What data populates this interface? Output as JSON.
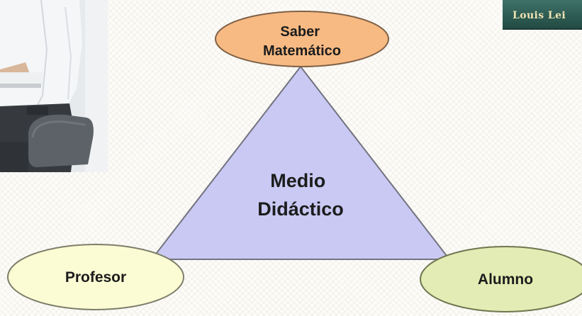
{
  "book_author": "Louis Lei",
  "diagram": {
    "center_label_lines": [
      "Medio",
      "Didáctico"
    ],
    "top_node_lines": [
      "Saber",
      "Matemático"
    ],
    "left_node": "Profesor",
    "right_node": "Alumno"
  },
  "colors": {
    "triangle": "#c9c9f4",
    "top_node": "#f7ba83",
    "left_node": "#fbfbd4",
    "right_node": "#e2ecb4"
  }
}
